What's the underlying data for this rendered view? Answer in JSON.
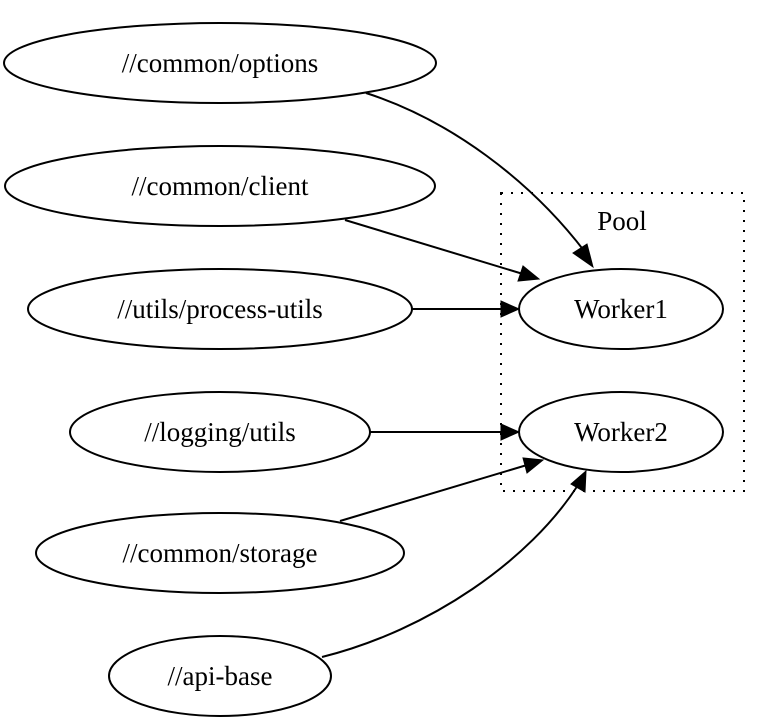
{
  "cluster": {
    "id": "pool",
    "label": "Pool"
  },
  "nodes": [
    {
      "id": "common-options",
      "label": "//common/options"
    },
    {
      "id": "common-client",
      "label": "//common/client"
    },
    {
      "id": "utils-process-utils",
      "label": "//utils/process-utils"
    },
    {
      "id": "logging-utils",
      "label": "//logging/utils"
    },
    {
      "id": "common-storage",
      "label": "//common/storage"
    },
    {
      "id": "api-base",
      "label": "//api-base"
    },
    {
      "id": "worker1",
      "label": "Worker1"
    },
    {
      "id": "worker2",
      "label": "Worker2"
    }
  ],
  "edges": [
    {
      "from": "common-options",
      "to": "worker1"
    },
    {
      "from": "common-client",
      "to": "worker1"
    },
    {
      "from": "utils-process-utils",
      "to": "worker1"
    },
    {
      "from": "logging-utils",
      "to": "worker2"
    },
    {
      "from": "common-storage",
      "to": "worker2"
    },
    {
      "from": "api-base",
      "to": "worker2"
    }
  ]
}
